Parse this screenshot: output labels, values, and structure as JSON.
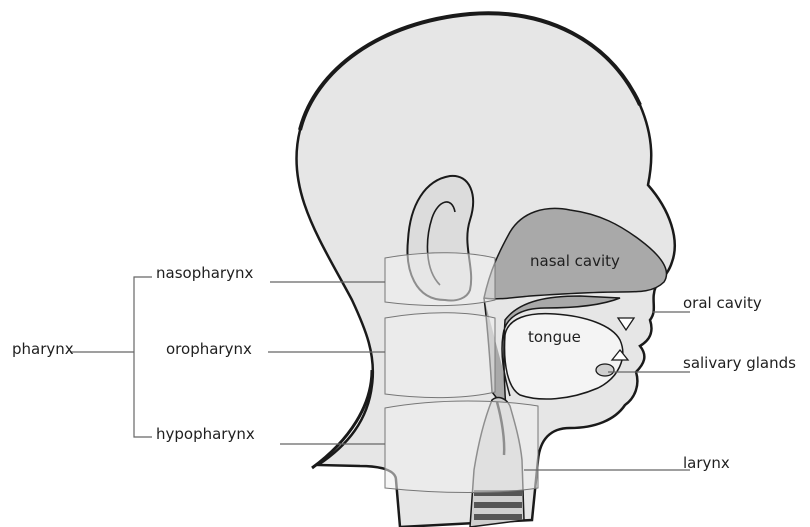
{
  "labels": {
    "pharynx": "pharynx",
    "nasopharynx": "nasopharynx",
    "oropharynx": "oropharynx",
    "hypopharynx": "hypopharynx",
    "nasal_cavity": "nasal cavity",
    "oral_cavity": "oral cavity",
    "tongue": "tongue",
    "salivary_glands": "salivary glands",
    "larynx": "larynx"
  },
  "colors": {
    "outline": "#1a1a1a",
    "head_fill": "#e6e6e6",
    "cavity_fill": "#a9a9a9",
    "region_fill": "#efefef",
    "leader_line": "#666666"
  }
}
